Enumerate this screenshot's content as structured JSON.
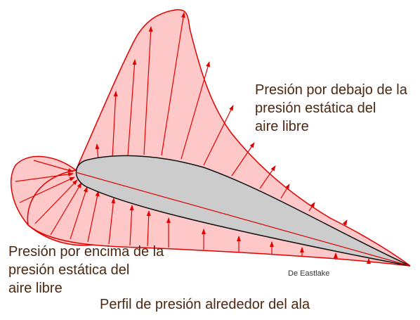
{
  "colors": {
    "pressure_fill": "#ffc8c8",
    "pressure_stroke": "#e00000",
    "arrow": "#e00000",
    "airfoil_fill": "#cccccc",
    "airfoil_stroke": "#111111",
    "chord_line": "#e00000",
    "text": "#4a2812"
  },
  "labels": {
    "below_line1": "Presión por debajo de la",
    "below_line2": "presión estática del",
    "below_line3": "aire libre",
    "above_line1": "Presión por encima de la",
    "above_line2": "presión estática del",
    "above_line3": "aire libre",
    "credit": "De Eastlake",
    "caption": "Perfil de presión alrededor del ala"
  }
}
